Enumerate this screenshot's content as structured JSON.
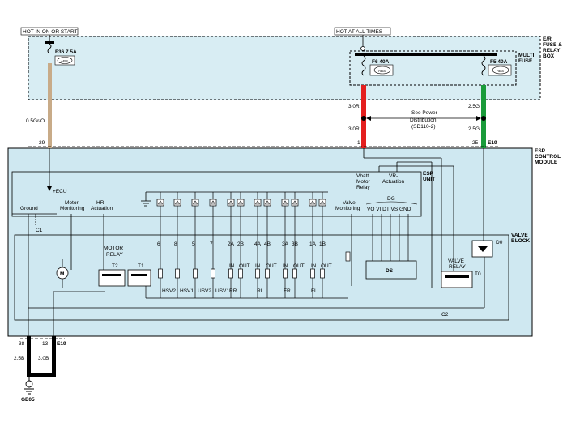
{
  "header": {
    "hot_run_start": "HOT IN ON OR START",
    "hot_all_times": "HOT AT ALL TIMES",
    "fuse_box": [
      "E/R",
      "FUSE &",
      "RELAY",
      "BOX"
    ],
    "multi_fuse": [
      "MULTI",
      "FUSE"
    ],
    "esp_module": [
      "ESP",
      "CONTROL",
      "MODULE"
    ],
    "esp_unit": [
      "ESP",
      "UNIT"
    ],
    "valve_block": [
      "VALVE",
      "BLOCK"
    ]
  },
  "fuses": {
    "f36": "F36 7.5A",
    "f6": "F6 40A",
    "f5": "F5 40A",
    "fuse_tag": "ABS"
  },
  "wires": {
    "gr_o": "0.5Gr/O",
    "r_top": "3.0R",
    "r_bottom": "3.0R",
    "g_top": "2.5G",
    "g_bottom": "2.5G",
    "b_left": "2.5B",
    "b_right": "3.0B"
  },
  "see_power": [
    "See Power",
    "Distribution",
    "(SD110-2)"
  ],
  "pins": {
    "p29": "29",
    "p1": "1",
    "p25": "25",
    "e19_top": "E19",
    "p38": "38",
    "p13": "13",
    "e19_bottom": "E19"
  },
  "ground": {
    "ge05": "GE05",
    "c1": "C1",
    "c2": "C2"
  },
  "esp_labels": {
    "plus_ecu": "+ECU",
    "ground": "Ground",
    "motor_monitoring": [
      "Motor",
      "Monitoring"
    ],
    "hr_actuation": [
      "HR-",
      "Actuation"
    ],
    "vbatt": [
      "Vbatt",
      "Motor",
      "Relay"
    ],
    "vr_actuation": [
      "VR-",
      "Actuation"
    ],
    "valve_monitoring": [
      "Valve",
      "Monitoring"
    ],
    "dg": "DG",
    "dg_signals": "VO  VI  DT  VS  GND",
    "ds": "DS",
    "d0": "D0"
  },
  "valve_numbers": [
    "6",
    "8",
    "5",
    "7",
    "2A",
    "2B",
    "4A",
    "4B",
    "3A",
    "3B",
    "1A",
    "1B"
  ],
  "in_out_labels": [
    "IN",
    "OUT",
    "IN",
    "OUT",
    "IN",
    "OUT",
    "IN",
    "OUT"
  ],
  "valve_names": [
    "HSV2",
    "HSV1",
    "USV2",
    "USV1",
    "RR",
    "RL",
    "FR",
    "FL"
  ],
  "relays": {
    "motor_relay": [
      "MOTOR",
      "RELAY"
    ],
    "t2": "T2",
    "t1": "T1",
    "m": "M",
    "valve_relay": [
      "VALVE",
      "RELAY"
    ],
    "t0": "T0"
  },
  "colors": {
    "fuse_box_fill": "#d8edf3",
    "module_fill": "#cfe8f1",
    "wire_gr_o": "#c8ab88",
    "wire_red": "#e41f1f",
    "wire_green": "#1a9b3a",
    "wire_black": "#000000"
  }
}
